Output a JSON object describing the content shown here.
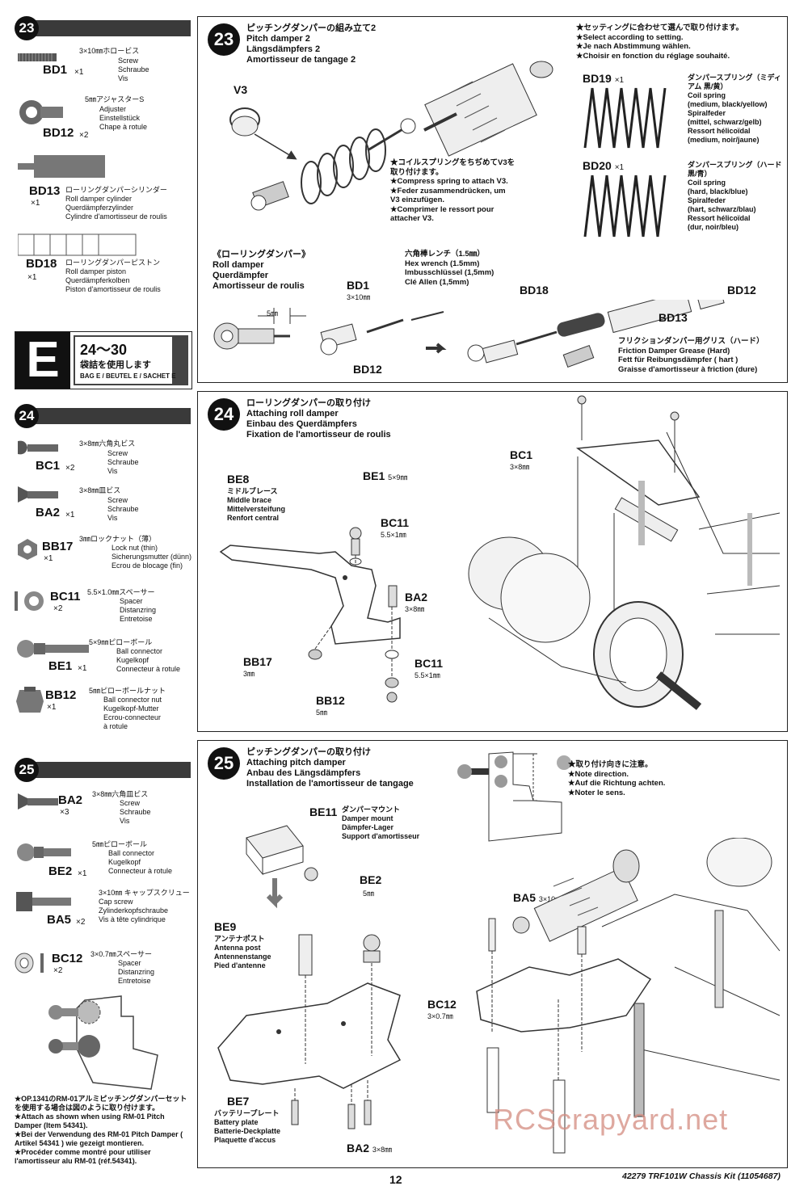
{
  "left_col": {
    "step23": {
      "num": "23",
      "parts": [
        {
          "code": "BD1",
          "qty": "×1",
          "ja": "3×10㎜ホロービス",
          "lines": [
            "Screw",
            "Schraube",
            "Vis"
          ]
        },
        {
          "code": "BD12",
          "qty": "×2",
          "ja": "5㎜アジャスターS",
          "lines": [
            "Adjuster",
            "Einstellstück",
            "Chape à rotule"
          ]
        },
        {
          "code": "BD13",
          "qty": "×1",
          "ja": "ローリングダンパーシリンダー",
          "lines": [
            "Roll damper cylinder",
            "Querdämpferzylinder",
            "Cylindre d'amortisseur de roulis"
          ]
        },
        {
          "code": "BD18",
          "qty": "×1",
          "ja": "ローリングダンパーピストン",
          "lines": [
            "Roll damper piston",
            "Querdämpferkolben",
            "Piston d'amortisseur de roulis"
          ]
        }
      ]
    },
    "bag": {
      "letter": "E",
      "range": "24～30",
      "ja": "袋詰を使用します",
      "text": "BAG E / BEUTEL E / SACHET E"
    },
    "step24": {
      "num": "24",
      "parts": [
        {
          "code": "BC1",
          "qty": "×2",
          "ja": "3×8㎜六角丸ビス",
          "lines": [
            "Screw",
            "Schraube",
            "Vis"
          ]
        },
        {
          "code": "BA2",
          "qty": "×1",
          "ja": "3×8㎜皿ビス",
          "lines": [
            "Screw",
            "Schraube",
            "Vis"
          ]
        },
        {
          "code": "BB17",
          "qty": "×1",
          "ja": "3㎜ロックナット（薄）",
          "lines": [
            "Lock nut (thin)",
            "Sicherungsmutter (dünn)",
            "Ecrou de blocage (fin)"
          ]
        },
        {
          "code": "BC11",
          "qty": "×2",
          "ja": "5.5×1.0㎜スペーサー",
          "lines": [
            "Spacer",
            "Distanzring",
            "Entretoise"
          ]
        },
        {
          "code": "BE1",
          "qty": "×1",
          "ja": "5×9㎜ピローボール",
          "lines": [
            "Ball connector",
            "Kugelkopf",
            "Connecteur à rotule"
          ]
        },
        {
          "code": "BB12",
          "qty": "×1",
          "ja": "5㎜ピローボールナット",
          "lines": [
            "Ball connector nut",
            "Kugelkopf-Mutter",
            "Ecrou-connecteur",
            "à rotule"
          ]
        }
      ]
    },
    "step25": {
      "num": "25",
      "parts": [
        {
          "code": "BA2",
          "qty": "×3",
          "ja": "3×8㎜六角皿ビス",
          "lines": [
            "Screw",
            "Schraube",
            "Vis"
          ]
        },
        {
          "code": "BE2",
          "qty": "×1",
          "ja": "5㎜ピローボール",
          "lines": [
            "Ball connector",
            "Kugelkopf",
            "Connecteur à rotule"
          ]
        },
        {
          "code": "BA5",
          "qty": "×2",
          "ja": "3×10㎜ キャップスクリュー",
          "lines": [
            "Cap screw",
            "Zylinderkopfschraube",
            "Vis à tête cylindrique"
          ]
        },
        {
          "code": "BC12",
          "qty": "×2",
          "ja": "3×0.7㎜スペーサー",
          "lines": [
            "Spacer",
            "Distanzring",
            "Entretoise"
          ]
        }
      ],
      "note": [
        "★OP.1341のRM-01アルミピッチングダンパーセットを使用する場合は図のように取り付けます。",
        "★Attach as shown when using RM-01 Pitch Damper (Item 54341).",
        "★Bei der Verwendung des RM-01 Pitch Damper ( Artikel 54341 ) wie gezeigt montieren.",
        "★Procéder comme montré pour utiliser l'amortisseur alu RM-01 (réf.54341)."
      ]
    }
  },
  "panel23": {
    "num": "23",
    "title": [
      "ピッチングダンパーの組み立て2",
      "Pitch damper 2",
      "Längsdämpfers 2",
      "Amortisseur de tangage 2"
    ],
    "setting_note": [
      "★セッティングに合わせて選んで取り付けます。",
      "★Select according to setting.",
      "★Je nach Abstimmung wählen.",
      "★Choisir en fonction du réglage souhaité."
    ],
    "v3": "V3",
    "compress_note": [
      "★コイルスプリングをちぢめてV3を",
      "取り付けます。",
      "★Compress spring to attach V3.",
      "★Feder zusammendrücken, um",
      "V3 einzufügen.",
      "★Comprimer le ressort pour",
      "attacher V3."
    ],
    "bd19": {
      "code": "BD19",
      "qty": "×1",
      "ja": "ダンパースプリング（ミディアム 黒/黄）",
      "lines": [
        "Coil spring",
        "(medium, black/yellow)",
        "Spiralfeder",
        "(mittel, schwarz/gelb)",
        "Ressort hélicoïdal",
        "(medium, noir/jaune)"
      ]
    },
    "bd20": {
      "code": "BD20",
      "qty": "×1",
      "ja": "ダンパースプリング（ハード 黒/青）",
      "lines": [
        "Coil spring",
        "(hard, black/blue)",
        "Spiralfeder",
        "(hart, schwarz/blau)",
        "Ressort hélicoïdal",
        "(dur, noir/bleu)"
      ]
    },
    "roll_damper": [
      "《ローリングダンパー》",
      "Roll damper",
      "Querdämpfer",
      "Amortisseur de roulis"
    ],
    "hex_wrench": [
      "六角棒レンチ（1.5㎜）",
      "Hex wrench (1.5mm)",
      "Imbusschlüssel (1,5mm)",
      "Clé Allen (1,5mm)"
    ],
    "dim_5mm": "5㎜",
    "bd1": "BD1",
    "bd1_size": "3×10㎜",
    "bd12a": "BD12",
    "bd18": "BD18",
    "bd12b": "BD12",
    "bd13": "BD13",
    "grease": [
      "フリクションダンパー用グリス（ハード）",
      "Friction Damper Grease (Hard)",
      "Fett für Reibungsdämpfer ( hart )",
      "Graisse d'amortisseur à friction (dure)"
    ]
  },
  "panel24": {
    "num": "24",
    "title": [
      "ローリングダンパーの取り付け",
      "Attaching roll damper",
      "Einbau des Querdämpfers",
      "Fixation de l'amortisseur de roulis"
    ],
    "be8": {
      "code": "BE8",
      "lines": [
        "ミドルブレース",
        "Middle brace",
        "Mittelversteifung",
        "Renfort central"
      ]
    },
    "be1": "BE1",
    "be1_size": "5×9㎜",
    "bc11a": "BC11",
    "bc11a_size": "5.5×1㎜",
    "ba2": "BA2",
    "ba2_size": "3×8㎜",
    "bb17": "BB17",
    "bb17_size": "3㎜",
    "bc11b": "BC11",
    "bc11b_size": "5.5×1㎜",
    "bb12": "BB12",
    "bb12_size": "5㎜",
    "bc1": "BC1",
    "bc1_size": "3×8㎜"
  },
  "panel25": {
    "num": "25",
    "title": [
      "ピッチングダンパーの取り付け",
      "Attaching pitch damper",
      "Anbau des Längsdämpfers",
      "Installation de l'amortisseur de tangage"
    ],
    "direction_note": [
      "★取り付け向きに注意。",
      "★Note direction.",
      "★Auf die Richtung achten.",
      "★Noter le sens."
    ],
    "be11": {
      "code": "BE11",
      "lines": [
        "ダンパーマウント",
        "Damper mount",
        "Dämpfer-Lager",
        "Support d'amortisseur"
      ]
    },
    "be2": "BE2",
    "be2_size": "5㎜",
    "be9": {
      "code": "BE9",
      "lines": [
        "アンテナポスト",
        "Antenna post",
        "Antennenstange",
        "Pied d'antenne"
      ]
    },
    "ba5": "BA5",
    "ba5_size": "3×10㎜",
    "bc12": "BC12",
    "bc12_size": "3×0.7㎜",
    "be7": {
      "code": "BE7",
      "lines": [
        "バッテリープレート",
        "Battery plate",
        "Batterie-Deckplatte",
        "Plaquette d'accus"
      ]
    },
    "ba2": "BA2",
    "ba2_size": "3×8㎜"
  },
  "footer": {
    "page": "12",
    "kit": "42279  TRF101W Chassis Kit  (11054687)"
  },
  "watermark": "RCScrapyard.net"
}
